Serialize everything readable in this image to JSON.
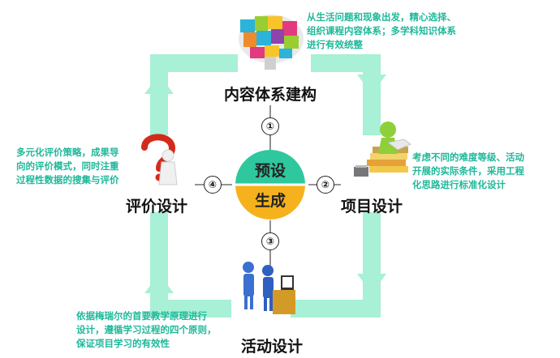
{
  "nodes": {
    "top": {
      "label": "内容体系建构",
      "note": [
        "从生活问题和现象出发，精心选择、",
        "组织课程内容体系；多学科知识体系",
        "进行有效统整"
      ]
    },
    "right": {
      "label": "项目设计",
      "note": [
        "考虑不同的难度等级、活动",
        "开展的实际条件，采用工程",
        "化思路进行标准化设计"
      ]
    },
    "bottom": {
      "label": "活动设计",
      "note": [
        "依据梅瑞尔的首要教学原理进行",
        "设计，遵循学习过程的四个原则，",
        "保证项目学习的有效性"
      ]
    },
    "left": {
      "label": "评价设计",
      "note": [
        "多元化评价策略，成果导",
        "向的评价模式，同时注重",
        "过程性数据的搜集与评价"
      ]
    }
  },
  "steps": [
    "①",
    "②",
    "③",
    "④"
  ],
  "center": {
    "top": "预设",
    "bottom": "生成"
  },
  "colors": {
    "frame": "#a8f0d6",
    "note": "#1fb89a",
    "center_top": "#2fc79e",
    "center_bottom": "#f6b21d"
  }
}
